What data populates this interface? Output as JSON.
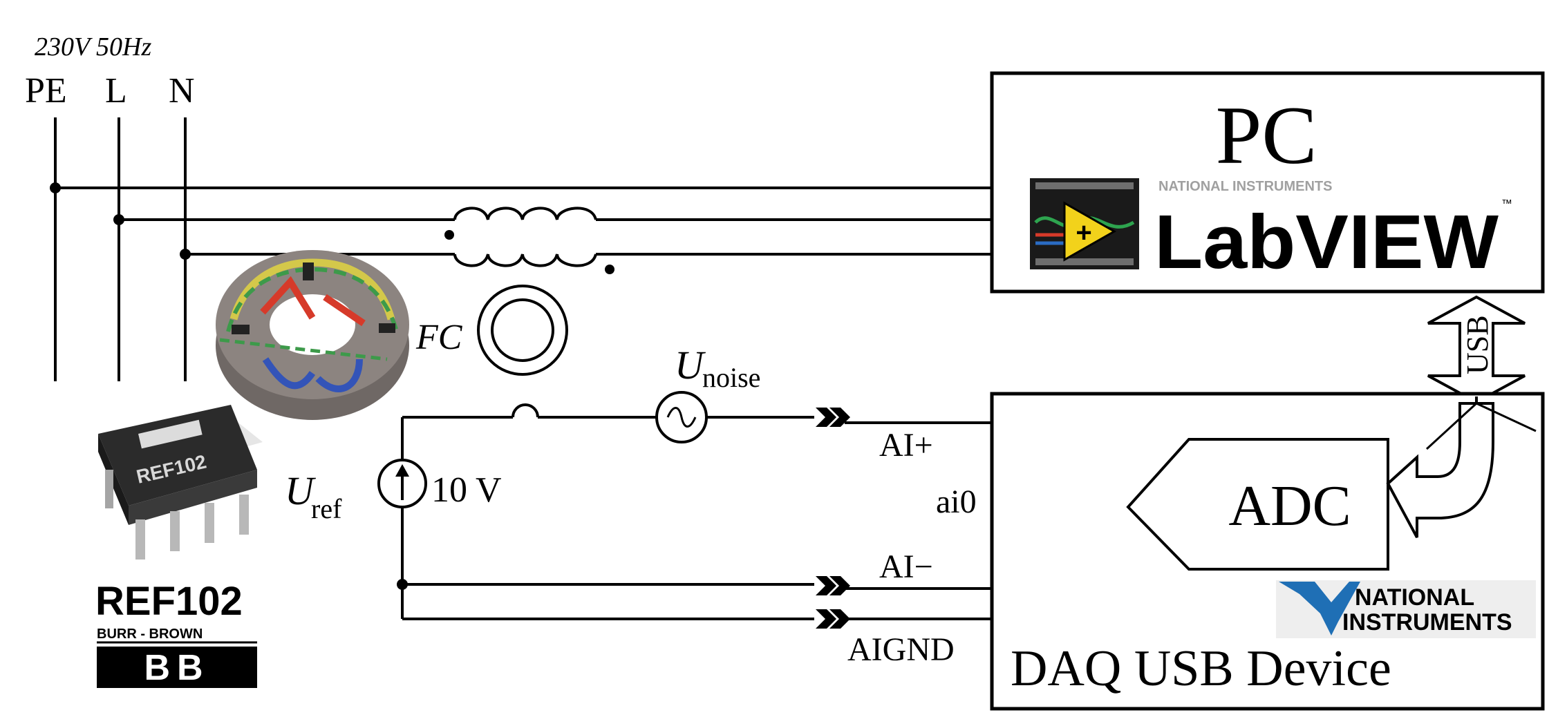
{
  "mains": {
    "spec": "230V 50Hz",
    "lines": [
      "PE",
      "L",
      "N"
    ]
  },
  "pc": {
    "label": "PC",
    "vendor": "NATIONAL INSTRUMENTS",
    "software": "LabVIEW",
    "tm": "™"
  },
  "usb": {
    "label": "USB"
  },
  "daq": {
    "label": "DAQ USB Device",
    "adc": "ADC",
    "vendor_line1": "NATIONAL",
    "vendor_line2": "INSTRUMENTS"
  },
  "circuit": {
    "fc": "FC",
    "noise_symbol": "U",
    "noise_sub": "noise",
    "ref_symbol": "U",
    "ref_sub": "ref",
    "ref_value": "10 V",
    "ai_plus": "AI+",
    "ai0": "ai0",
    "ai_minus": "AI−",
    "aignd": "AIGND"
  },
  "chip": {
    "marking": "REF102",
    "label": "REF102",
    "maker": "BURR - BROWN",
    "logo": "BB"
  },
  "colors": {
    "line": "#000000",
    "labview_yellow": "#f2d21b",
    "ni_blue": "#1f6fb5",
    "core_gray": "#7a7370",
    "chip_body": "#2a2a2a",
    "pin_metal": "#b8b8b8"
  }
}
